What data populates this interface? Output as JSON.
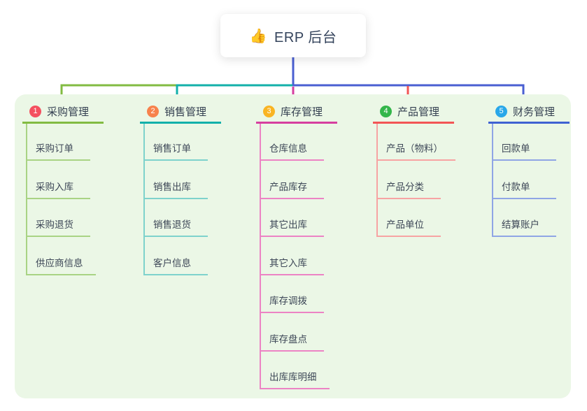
{
  "root": {
    "title": "ERP 后台",
    "icon": "👍"
  },
  "branches": [
    {
      "index": "1",
      "label": "采购管理",
      "badge_color": "#f4505f",
      "line_color": "#82bb42",
      "child_line_color": "#a9d384",
      "children": [
        "采购订单",
        "采购入库",
        "采购退货",
        "供应商信息"
      ]
    },
    {
      "index": "2",
      "label": "销售管理",
      "badge_color": "#f7824c",
      "line_color": "#13b0aa",
      "child_line_color": "#7ed2cc",
      "children": [
        "销售订单",
        "销售出库",
        "销售退货",
        "客户信息"
      ]
    },
    {
      "index": "3",
      "label": "库存管理",
      "badge_color": "#f9b423",
      "line_color": "#d63f9f",
      "child_line_color": "#ec83c4",
      "children": [
        "仓库信息",
        "产品库存",
        "其它出库",
        "其它入库",
        "库存调拨",
        "库存盘点",
        "出库库明细"
      ]
    },
    {
      "index": "4",
      "label": "产品管理",
      "badge_color": "#33b64a",
      "line_color": "#f25555",
      "child_line_color": "#f7a3a3",
      "children": [
        "产品（物料）",
        "产品分类",
        "产品单位"
      ]
    },
    {
      "index": "5",
      "label": "财务管理",
      "badge_color": "#29a7e9",
      "line_color": "#3f62d2",
      "child_line_color": "#8fa5e5",
      "children": [
        "回款单",
        "付款单",
        "结算账户"
      ]
    }
  ],
  "colors": {
    "panel_background": "#ebf7e6",
    "trunk_blue": "#4a5fd2",
    "text_dark": "#35445c"
  }
}
